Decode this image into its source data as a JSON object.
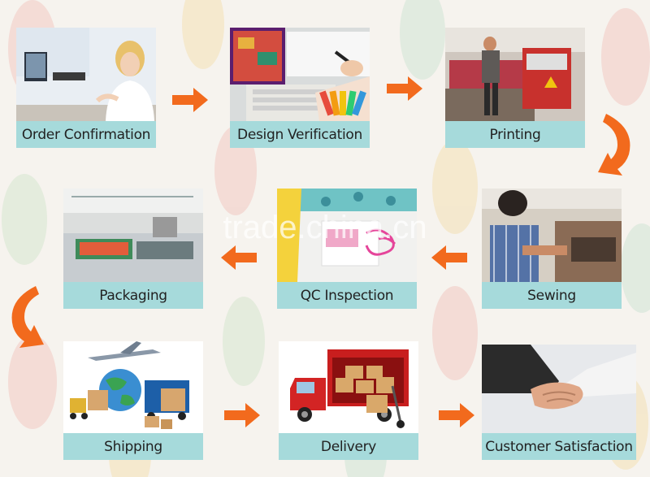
{
  "steps": [
    {
      "label": "Order Confirmation"
    },
    {
      "label": "Design Verification"
    },
    {
      "label": "Printing"
    },
    {
      "label": "Sewing"
    },
    {
      "label": "QC Inspection"
    },
    {
      "label": "Packaging"
    },
    {
      "label": "Shipping"
    },
    {
      "label": "Delivery"
    },
    {
      "label": "Customer Satisfaction"
    }
  ],
  "watermark": "trade.china.cn",
  "colors": {
    "label_bg": "#a6dadb",
    "arrow": "#f26a1d",
    "background": "#f6f3ee"
  }
}
